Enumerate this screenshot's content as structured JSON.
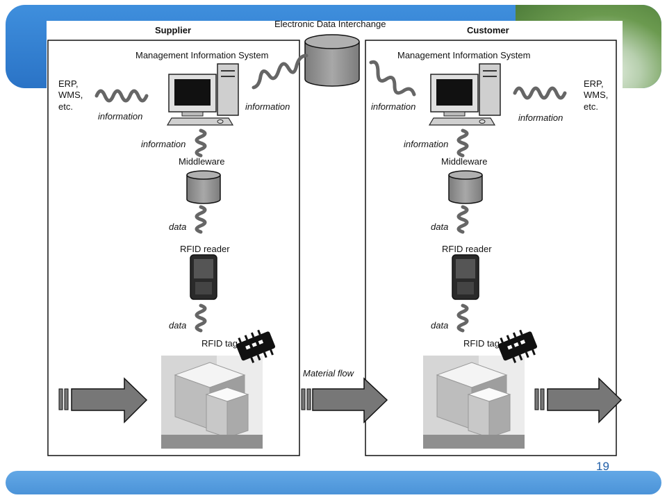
{
  "header": {
    "edi_label": "Electronic Data Interchange",
    "supplier_title": "Supplier",
    "customer_title": "Customer"
  },
  "supplier": {
    "mis_label": "Management Information System",
    "erp_label": "ERP,\nWMS,\netc.",
    "info_left": "information",
    "info_right": "information",
    "info_mid": "information",
    "middleware_label": "Middleware",
    "data_upper": "data",
    "reader_label": "RFID reader",
    "data_lower": "data",
    "tag_label": "RFID tag"
  },
  "customer": {
    "mis_label": "Management Information System",
    "erp_label": "ERP,\nWMS,\netc.",
    "info_left": "information",
    "info_right": "information",
    "info_mid": "information",
    "middleware_label": "Middleware",
    "data_upper": "data",
    "reader_label": "RFID reader",
    "data_lower": "data",
    "tag_label": "RFID tag"
  },
  "flow": {
    "material_flow_label": "Material flow"
  },
  "footer": {
    "page_number": "19"
  },
  "colors": {
    "band_blue": "#2a73c6",
    "footer_blue": "#4b93d8",
    "cylinder_gray": "#9a9a9a",
    "arrow_gray": "#777777"
  }
}
